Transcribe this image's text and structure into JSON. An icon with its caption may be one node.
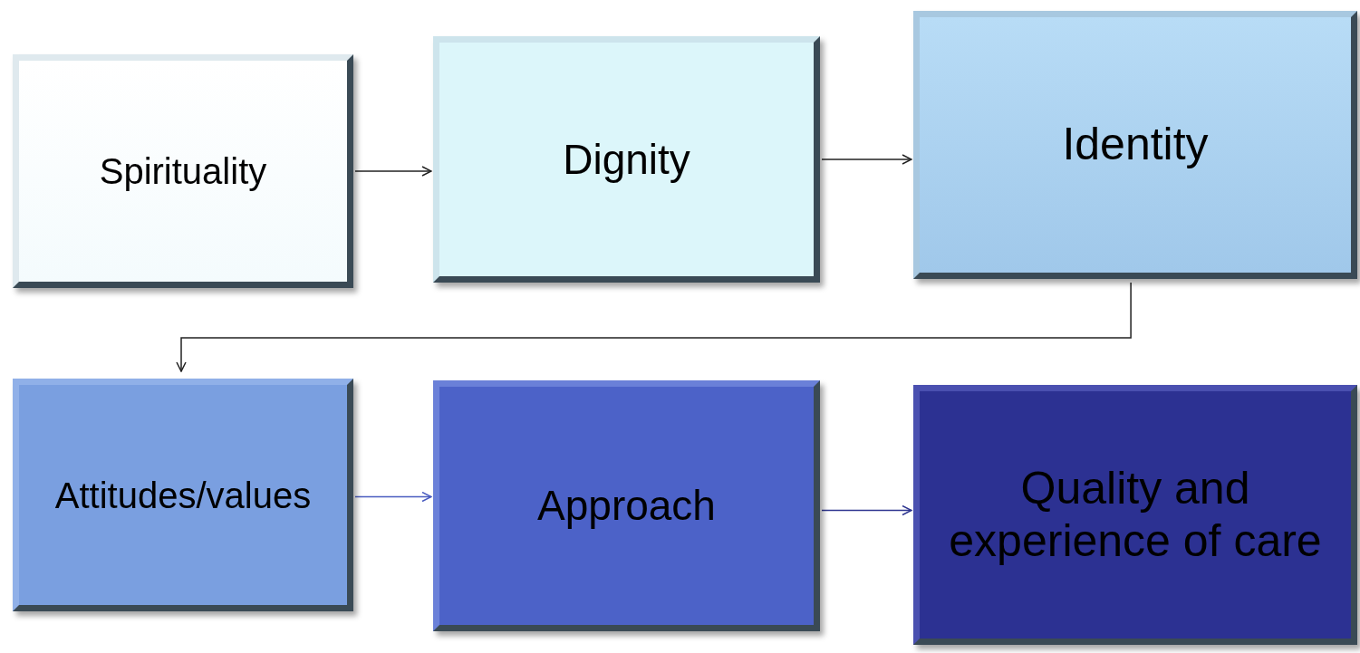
{
  "diagram": {
    "nodes": [
      {
        "text": [
          "Spirituality"
        ]
      },
      {
        "text": [
          "Dignity"
        ]
      },
      {
        "text": [
          "Identity"
        ]
      },
      {
        "text": [
          "Attitudes/values"
        ]
      },
      {
        "text": [
          "Approach"
        ]
      },
      {
        "text": [
          "Quality and experience of care"
        ]
      }
    ],
    "edges": [
      {
        "from": 0,
        "to": 1,
        "arrow": "to"
      },
      {
        "from": 1,
        "to": 2,
        "arrow": "to"
      },
      {
        "from": 2,
        "to": 3,
        "arrow": "to"
      },
      {
        "from": 3,
        "to": 4,
        "arrow": "to",
        "color": "#4a5cc0"
      },
      {
        "from": 4,
        "to": 5,
        "arrow": "to",
        "color": "#2e3590"
      }
    ]
  }
}
